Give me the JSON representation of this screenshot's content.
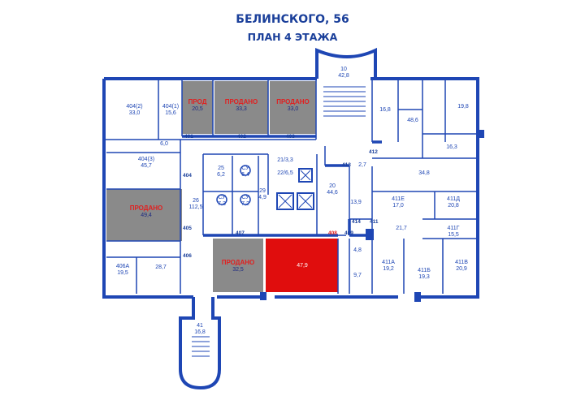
{
  "header": {
    "title": "БЕЛИНСКОГО, 56",
    "subtitle": "ПЛАН 4 ЭТАЖА"
  },
  "colors": {
    "wall": "#1e46b4",
    "sold": "#8a8a8a",
    "highlight": "#e00d0d",
    "text": "#1a3f9a"
  },
  "sold_label": "ПРОДАНО",
  "sold_label_short": "ПРОД",
  "rooms": {
    "r404_2": {
      "name": "404(2)",
      "area": "33,0"
    },
    "r404_1": {
      "name": "404(1)",
      "area": "15,6"
    },
    "r_sold1_area": "20,5",
    "r_sold2_area": "33,3",
    "r_sold3_area": "33,0",
    "r_10": {
      "name": "10",
      "area": "42,8"
    },
    "r_168": "16,8",
    "r_486": "48,6",
    "r_198": "19,8",
    "r_60": "6,0",
    "r_163": "16,3",
    "r404_3": {
      "name": "404(3)",
      "area": "45,7"
    },
    "r_25": {
      "name": "25",
      "area": "6,2"
    },
    "r_cy1": {
      "name": "СУ",
      "area": "6,4"
    },
    "r_21": "21/3,3",
    "r_22": "22/6,5",
    "r_348": "34,8",
    "r_27": "2,7",
    "r_26": {
      "name": "26",
      "area": "112,5"
    },
    "r_cy2": {
      "name": "СУ",
      "area": "7,3"
    },
    "r_cy3": {
      "name": "СУ",
      "area": "7,2"
    },
    "r_29": {
      "name": "29",
      "area": "4,9"
    },
    "r_20": {
      "name": "20",
      "area": "44,6"
    },
    "r_139": "13,9",
    "r_411e": {
      "name": "411Е",
      "area": "17,0"
    },
    "r_411d": {
      "name": "411Д",
      "area": "20,8"
    },
    "r_sold4_area": "49,4",
    "r_217": "21,7",
    "r_411g": {
      "name": "411Г",
      "area": "15,5"
    },
    "r_48": "4,8",
    "r_406a": {
      "name": "406А",
      "area": "19,5"
    },
    "r_287": "28,7",
    "r_sold5_area": "32,5",
    "r_479": "47,9",
    "r_97": "9,7",
    "r_411a": {
      "name": "411А",
      "area": "19,2"
    },
    "r_411b": {
      "name": "411Б",
      "area": "19,3"
    },
    "r_411v": {
      "name": "411В",
      "area": "20,9"
    },
    "r_41": {
      "name": "41",
      "area": "16,8"
    }
  },
  "codes": {
    "c401": "401",
    "c402": "402",
    "c403": "403",
    "c412": "412",
    "c413": "413",
    "c404": "404",
    "c405": "405",
    "c406": "406",
    "c407": "407",
    "c408": "408",
    "c409": "409",
    "c414": "414",
    "c411": "411"
  }
}
